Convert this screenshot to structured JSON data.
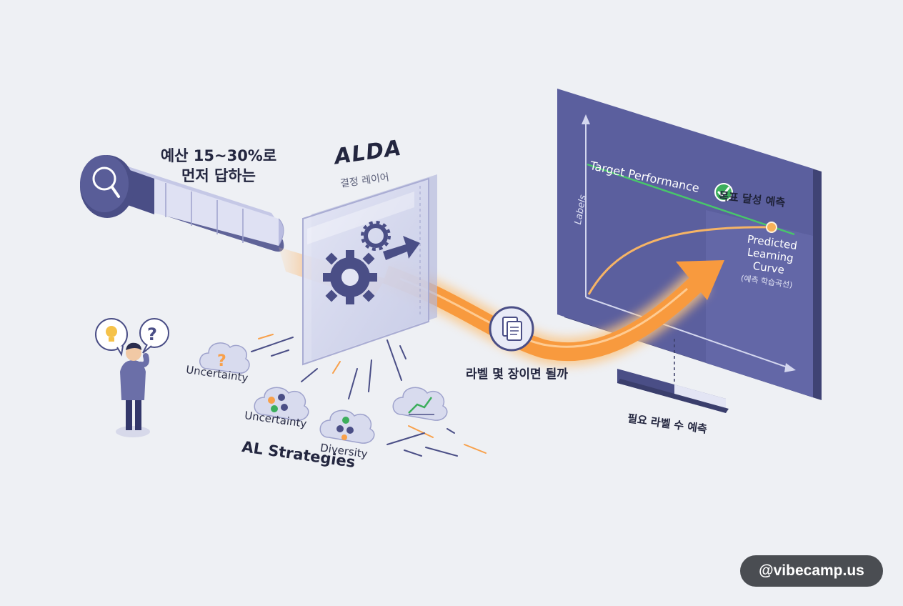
{
  "budget": {
    "line1": "예산 15~30%로",
    "line2": "먼저 답하는"
  },
  "alda": {
    "title": "ALDA",
    "subtitle": "결정 레이어"
  },
  "strategies": {
    "title": "AL Strategies",
    "items": [
      "Uncertainty",
      "Uncertainty",
      "Diversity"
    ]
  },
  "question_label": "라벨 몇 장이면 될까",
  "chart": {
    "y_label": "Labels",
    "target_label": "Target Performance",
    "goal_label": "목표 달성 예측",
    "predicted_label": [
      "Predicted",
      "Learning",
      "Curve"
    ],
    "predicted_label_ko": "(예측 학습곡선)"
  },
  "need_label": "필요 라벨 수 예측",
  "badge": "@vibecamp.us",
  "colors": {
    "background": "#eef0f4",
    "panel": "#5b5f9e",
    "navy": "#4a4e86",
    "orange": "#f8a04a",
    "green": "#3cae5c",
    "gold": "#f5b556"
  },
  "icons": [
    "magnifier-icon",
    "gear-icon",
    "arrow-icon",
    "document-stack-icon",
    "lightbulb-icon",
    "question-icon",
    "check-icon",
    "person-icon"
  ]
}
